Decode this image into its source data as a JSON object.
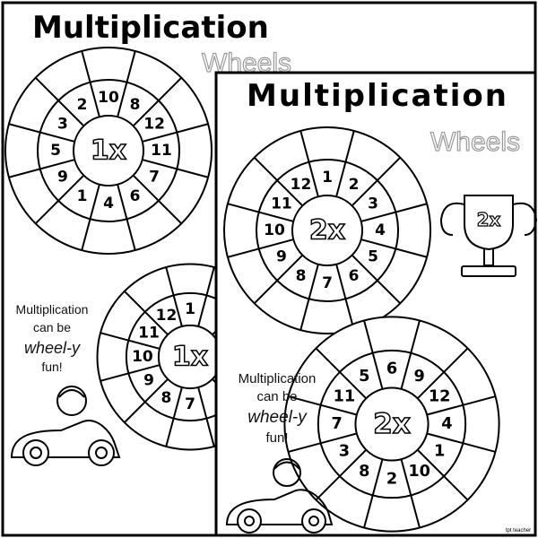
{
  "back_page": {
    "title": "Multiplication",
    "subtitle": "Wheels",
    "slogan": [
      "Multiplication",
      "can be",
      "wheel-y",
      "fun!"
    ],
    "wheels": [
      {
        "center_label": "1x",
        "numbers": [
          "10",
          "8",
          "12",
          "11",
          "7",
          "6",
          "4",
          "1",
          "9",
          "5",
          "3",
          "2"
        ]
      },
      {
        "center_label": "1x",
        "numbers": [
          "1",
          "",
          "",
          "",
          "",
          "",
          "7",
          "8",
          "9",
          "10",
          "11",
          "12"
        ]
      }
    ]
  },
  "front_page": {
    "title": "Multiplication",
    "subtitle": "Wheels",
    "trophy_label": "2x",
    "slogan": [
      "Multiplication",
      "can be",
      "wheel-y",
      "fun!"
    ],
    "wheels": [
      {
        "center_label": "2x",
        "numbers": [
          "1",
          "2",
          "3",
          "4",
          "5",
          "6",
          "7",
          "8",
          "9",
          "10",
          "11",
          "12"
        ]
      },
      {
        "center_label": "2x",
        "numbers": [
          "6",
          "9",
          "12",
          "4",
          "1",
          "10",
          "2",
          "8",
          "3",
          "7",
          "11",
          "5"
        ]
      }
    ],
    "brand": "tpt teacher"
  }
}
